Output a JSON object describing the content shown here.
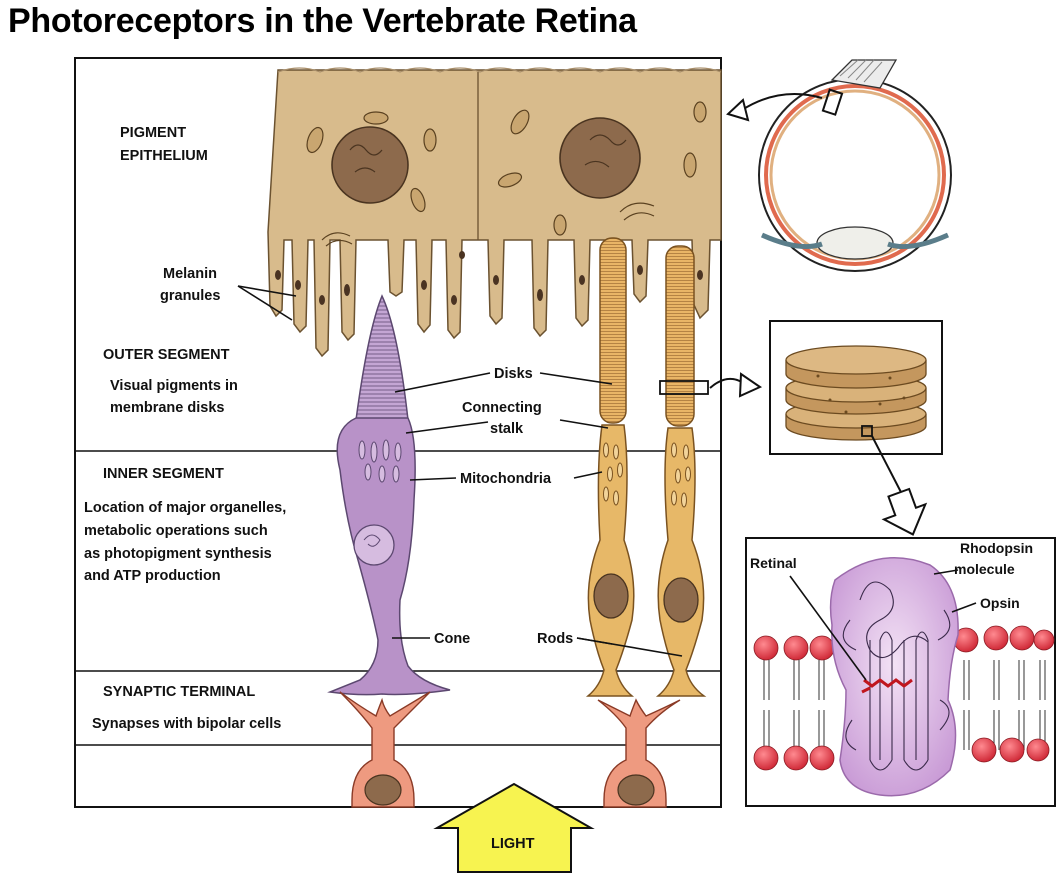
{
  "title": "Photoreceptors in the Vertebrate Retina",
  "layers": {
    "pigment_epithelium": [
      "PIGMENT",
      "EPITHELIUM"
    ],
    "outer_segment": {
      "heading": "OUTER SEGMENT",
      "desc": [
        "Visual pigments in",
        "membrane disks"
      ]
    },
    "inner_segment": {
      "heading": "INNER SEGMENT",
      "desc": [
        "Location of major organelles,",
        "metabolic operations such",
        "as photopigment synthesis",
        "and ATP production"
      ]
    },
    "synaptic_terminal": {
      "heading": "SYNAPTIC TERMINAL",
      "desc": [
        "Synapses with bipolar cells"
      ]
    }
  },
  "callouts": {
    "melanin": [
      "Melanin",
      "granules"
    ],
    "disks": "Disks",
    "connecting_stalk": [
      "Connecting",
      "stalk"
    ],
    "mitochondria": "Mitochondria",
    "cone": "Cone",
    "rods": "Rods"
  },
  "rhodopsin_panel": {
    "retinal": "Retinal",
    "rhodopsin": [
      "Rhodopsin",
      "molecule"
    ],
    "opsin": "Opsin"
  },
  "light_label": "LIGHT",
  "colors": {
    "epithelium": "#d8bb8c",
    "nucleus": "#8d6a4c",
    "cone": "#b892c8",
    "rod": "#e7b868",
    "bipolar": "#ee9a80",
    "rhodopsin": "#dcb6e4",
    "lipid_head": "#e0414e",
    "arrow_light": "#f7f350"
  }
}
